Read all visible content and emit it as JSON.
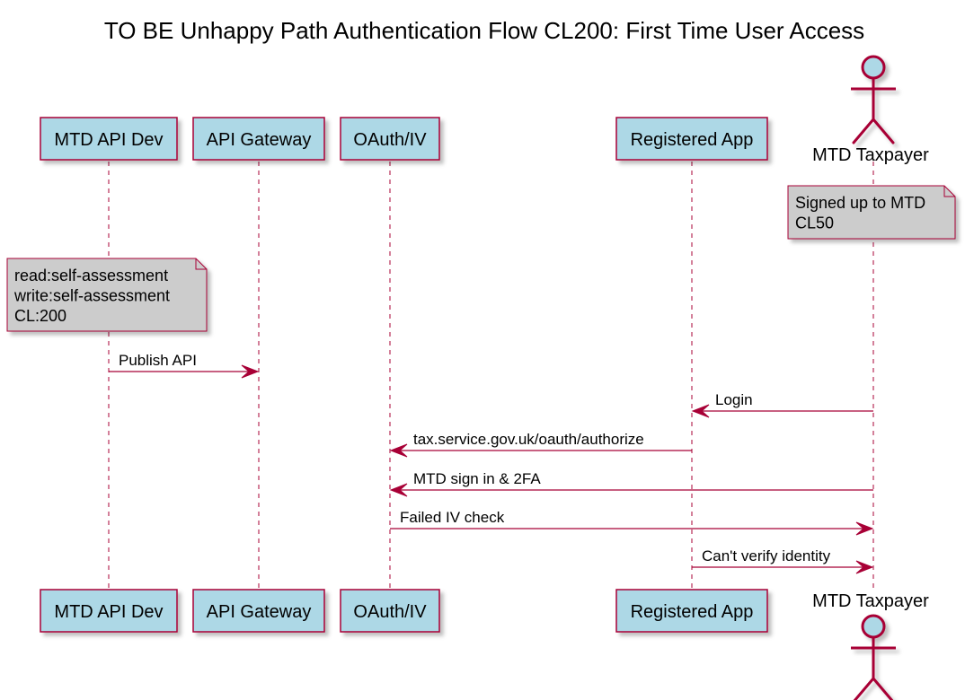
{
  "title": "TO BE Unhappy Path Authentication Flow CL200: First Time User Access",
  "colors": {
    "border": "#a80036",
    "participant_fill": "#add8e6",
    "note_fill": "#cccccc",
    "actor_fill": "#add8e6",
    "shadow": "#b0b0b0"
  },
  "participants": [
    {
      "id": "dev",
      "label": "MTD API Dev",
      "kind": "box"
    },
    {
      "id": "gw",
      "label": "API Gateway",
      "kind": "box"
    },
    {
      "id": "oauth",
      "label": "OAuth/IV",
      "kind": "box"
    },
    {
      "id": "app",
      "label": "Registered App",
      "kind": "box"
    },
    {
      "id": "tax",
      "label": "MTD Taxpayer",
      "kind": "actor"
    }
  ],
  "notes": [
    {
      "id": "note-taxpayer",
      "over": "tax",
      "lines": [
        "Signed up to MTD",
        "CL50"
      ]
    },
    {
      "id": "note-dev",
      "over": "dev",
      "lines": [
        "read:self-assessment",
        "write:self-assessment",
        "CL:200"
      ]
    }
  ],
  "messages": [
    {
      "from": "dev",
      "to": "gw",
      "label": "Publish API"
    },
    {
      "from": "tax",
      "to": "app",
      "label": "Login"
    },
    {
      "from": "app",
      "to": "oauth",
      "label": "tax.service.gov.uk/oauth/authorize"
    },
    {
      "from": "tax",
      "to": "oauth",
      "label": "MTD sign in & 2FA"
    },
    {
      "from": "oauth",
      "to": "tax",
      "label": "Failed IV check"
    },
    {
      "from": "app",
      "to": "tax",
      "label": "Can't verify identity"
    }
  ]
}
